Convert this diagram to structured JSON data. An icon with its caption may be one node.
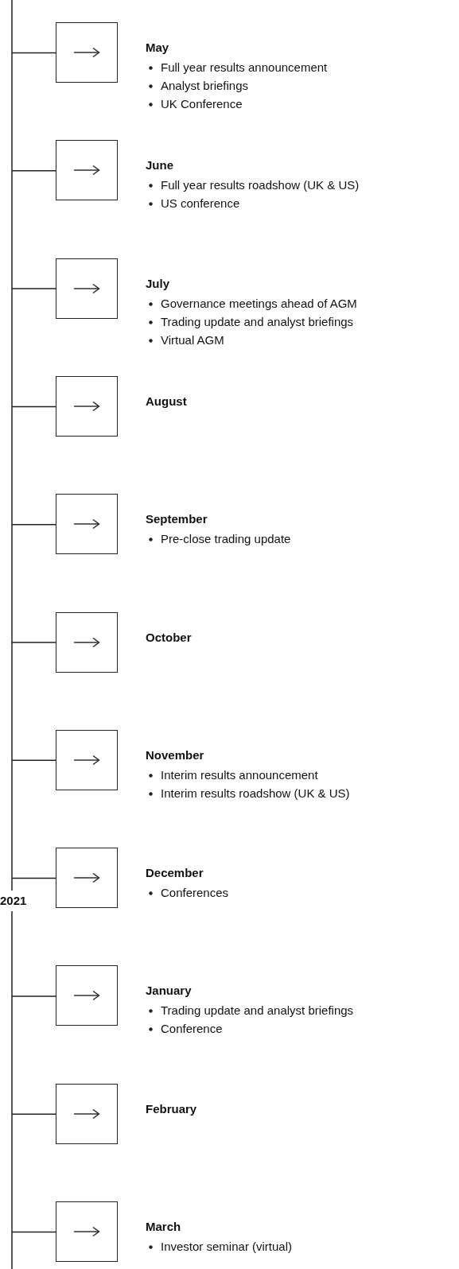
{
  "diagram": {
    "nodes": [
      {
        "text": [],
        "shape": "box",
        "beside": [
          "May",
          "Full year results announcement",
          "Analyst briefings",
          "UK Conference"
        ]
      },
      {
        "text": [],
        "shape": "box",
        "beside": [
          "June",
          "Full year results roadshow (UK & US)",
          "US conference"
        ]
      },
      {
        "text": [],
        "shape": "box",
        "beside": [
          "July",
          "Governance meetings ahead of AGM",
          "Trading update and analyst briefings",
          "Virtual AGM"
        ]
      },
      {
        "text": [],
        "shape": "box",
        "beside": [
          "August"
        ]
      },
      {
        "text": [],
        "shape": "box",
        "beside": [
          "September",
          "Pre-close trading update"
        ]
      },
      {
        "text": [],
        "shape": "box",
        "beside": [
          "October"
        ]
      },
      {
        "text": [],
        "shape": "box",
        "beside": [
          "November",
          "Interim results announcement",
          "Interim results roadshow (UK & US)"
        ]
      },
      {
        "text": [],
        "shape": "box",
        "beside": [
          "December",
          "Conferences"
        ]
      },
      {
        "text": [],
        "shape": "box",
        "beside": [
          "January",
          "Trading update and analyst briefings",
          "Conference"
        ]
      },
      {
        "text": [],
        "shape": "box",
        "beside": [
          "February"
        ]
      },
      {
        "text": [],
        "shape": "box",
        "beside": [
          "March",
          "Investor seminar (virtual)"
        ]
      }
    ],
    "edges": [
      {
        "from": null,
        "to": 0,
        "arrow": "none"
      },
      {
        "from": null,
        "to": 1,
        "arrow": "none"
      },
      {
        "from": null,
        "to": 2,
        "arrow": "none"
      },
      {
        "from": null,
        "to": 3,
        "arrow": "none"
      },
      {
        "from": null,
        "to": 4,
        "arrow": "none"
      },
      {
        "from": null,
        "to": 5,
        "arrow": "none"
      },
      {
        "from": null,
        "to": 6,
        "arrow": "none"
      },
      {
        "from": null,
        "to": 7,
        "arrow": "none"
      },
      {
        "from": null,
        "to": 8,
        "arrow": "none"
      },
      {
        "from": null,
        "to": 9,
        "arrow": "none"
      },
      {
        "from": null,
        "to": 10,
        "arrow": "none"
      }
    ],
    "labels": [
      "2021"
    ]
  }
}
